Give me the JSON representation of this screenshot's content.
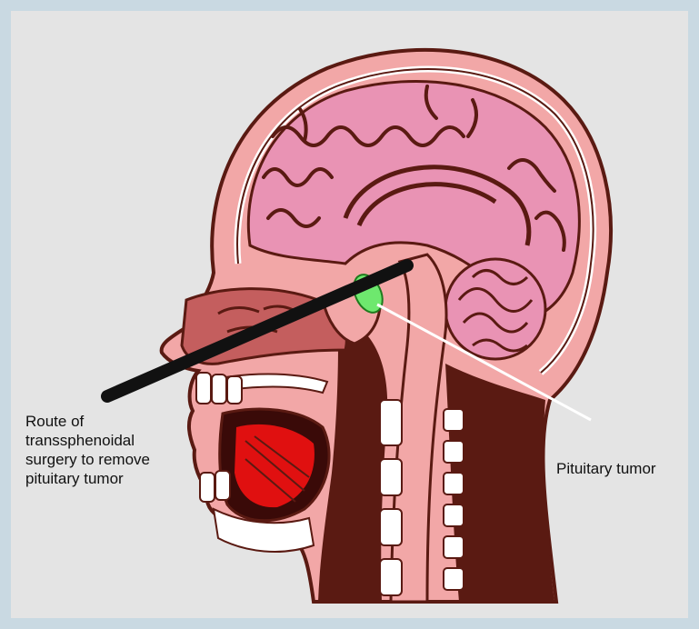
{
  "diagram": {
    "labels": {
      "route_line1": "Route of",
      "route_line2": "transsphenoidal",
      "route_line3": "surgery to remove",
      "route_line4": "pituitary tumor",
      "tumor": "Pituitary tumor"
    },
    "colors": {
      "background_frame": "#c9d9e2",
      "panel": "#e4e4e4",
      "skin": "#f2a7a7",
      "brain": "#e993b4",
      "tissue_dark": "#5a1a12",
      "nasal_cavity": "#c45e5e",
      "bone_white": "#ffffff",
      "tumor_green": "#6ee86e",
      "surgical_route": "#111111"
    }
  }
}
